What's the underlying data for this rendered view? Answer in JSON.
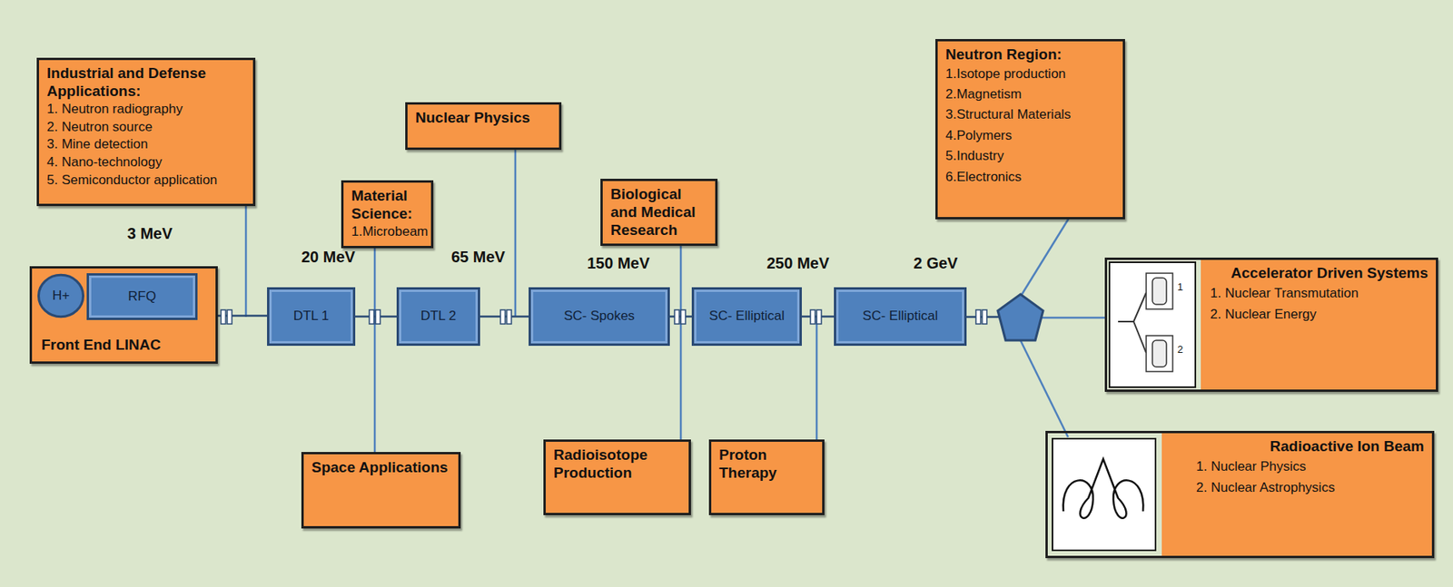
{
  "diagram": {
    "nodes": [
      {
        "text": [
          "Industrial and Defense Applications:",
          "1. Neutron radiography",
          "2. Neutron source",
          "3. Mine detection",
          "4. Nano-technology",
          "5. Semiconductor application"
        ]
      },
      {
        "text": [
          "Material Science:",
          "1.Microbeam"
        ]
      },
      {
        "text": [
          "Nuclear Physics"
        ]
      },
      {
        "text": [
          "Biological and Medical Research"
        ]
      },
      {
        "text": [
          "Neutron Region:",
          "1.Isotope production",
          "2.Magnetism",
          "3.Structural Materials",
          "4.Polymers",
          "5.Industry",
          "6.Electronics"
        ]
      },
      {
        "text": [
          "Front End LINAC"
        ]
      },
      {
        "text": [
          "H+"
        ],
        "in": 5
      },
      {
        "text": [
          "RFQ"
        ],
        "in": 5
      },
      {
        "text": [
          "DTL 1"
        ]
      },
      {
        "text": [
          "DTL 2"
        ]
      },
      {
        "text": [
          "SC- Spokes"
        ]
      },
      {
        "text": [
          "SC- Elliptical"
        ]
      },
      {
        "text": [
          "SC- Elliptical"
        ]
      },
      {
        "text": [
          "Accelerator Driven Systems",
          "1. Nuclear Transmutation",
          "2. Nuclear Energy"
        ]
      },
      {
        "text": [
          "Space Applications"
        ]
      },
      {
        "text": [
          "Radioisotope Production"
        ]
      },
      {
        "text": [
          "Proton Therapy"
        ]
      },
      {
        "text": [
          "Radioactive Ion Beam",
          "1. Nuclear Physics",
          "2. Nuclear Astrophysics"
        ]
      }
    ],
    "edges": [
      {
        "from": 5,
        "to": 8,
        "arrow": "none"
      },
      {
        "from": 8,
        "to": 9,
        "arrow": "none"
      },
      {
        "from": 9,
        "to": 10,
        "arrow": "none"
      },
      {
        "from": 10,
        "to": 11,
        "arrow": "none"
      },
      {
        "from": 11,
        "to": 12,
        "arrow": "none"
      }
    ],
    "labels": [
      "3 MeV",
      "20 MeV",
      "65 MeV",
      "150 MeV",
      "250 MeV",
      "2 GeV",
      "1",
      "2"
    ]
  }
}
